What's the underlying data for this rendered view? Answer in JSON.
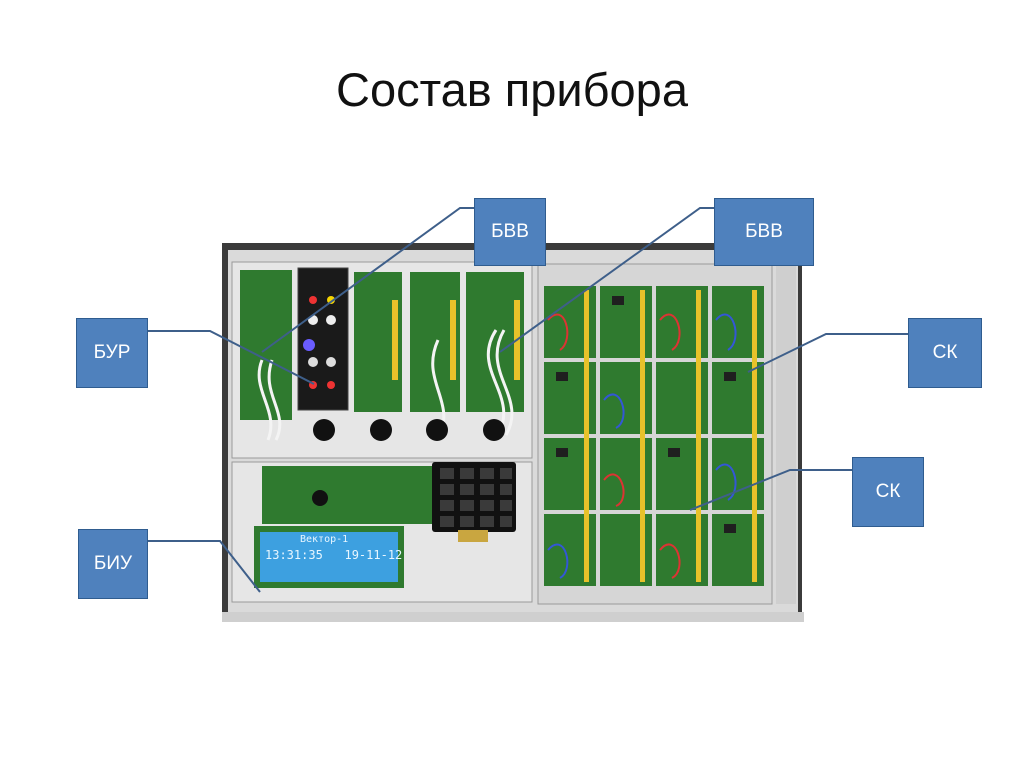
{
  "title": "Состав прибора",
  "labels": {
    "bvv_left": "БВВ",
    "bvv_right": "БВВ",
    "bur": "БУР",
    "biu": "БИУ",
    "sk_top": "СК",
    "sk_bottom": "СК"
  },
  "lcd": {
    "line1": "Вектор-1",
    "line2": "13:31:35   19-11-12"
  },
  "colors": {
    "label_fill": "#4f81bd",
    "label_text": "#ffffff",
    "leader_line": "#3e5f8a",
    "pcb_green": "#2f7a2f",
    "lcd_blue": "#3da0e0"
  }
}
